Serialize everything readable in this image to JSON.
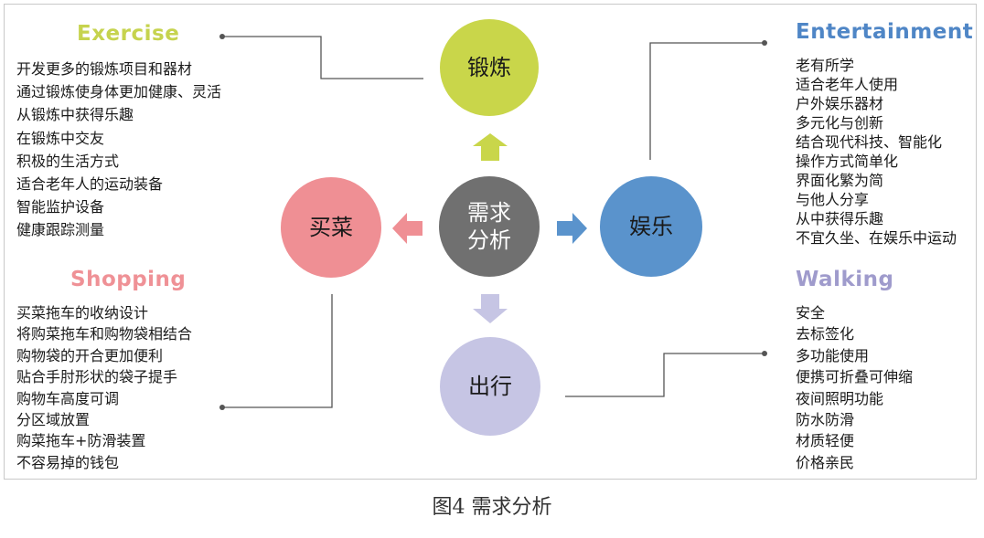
{
  "center": {
    "label": "需求\n分析"
  },
  "nodes": {
    "exercise": {
      "label": "锻炼"
    },
    "entertainment": {
      "label": "娱乐"
    },
    "shopping": {
      "label": "买菜"
    },
    "walking": {
      "label": "出行"
    }
  },
  "sections": {
    "exercise": {
      "heading": "Exercise",
      "items": [
        "开发更多的锻炼项目和器材",
        "通过锻炼使身体更加健康、灵活",
        "从锻炼中获得乐趣",
        "在锻炼中交友",
        "积极的生活方式",
        "适合老年人的运动装备",
        "智能监护设备",
        "健康跟踪测量"
      ]
    },
    "entertainment": {
      "heading": "Entertainment",
      "items": [
        "老有所学",
        "适合老年人使用",
        "户外娱乐器材",
        "多元化与创新",
        "结合现代科技、智能化",
        "操作方式简单化",
        "界面化繁为简",
        "与他人分享",
        "从中获得乐趣",
        "不宜久坐、在娱乐中运动"
      ]
    },
    "shopping": {
      "heading": "Shopping",
      "items": [
        "买菜拖车的收纳设计",
        "将购菜拖车和购物袋相结合",
        "购物袋的开合更加便利",
        "贴合手肘形状的袋子提手",
        "购物车高度可调",
        "分区域放置",
        "购菜拖车+防滑装置",
        "不容易掉的钱包"
      ]
    },
    "walking": {
      "heading": "Walking",
      "items": [
        "安全",
        "去标签化",
        "多功能使用",
        "便携可折叠可伸缩",
        "夜间照明功能",
        "防水防滑",
        "材质轻便",
        "价格亲民"
      ]
    }
  },
  "caption": "图4 需求分析",
  "colors": {
    "exercise": "#c9d64a",
    "entertainment": "#5a93cc",
    "shopping": "#ef8f94",
    "walking": "#c6c5e4",
    "center": "#707070"
  }
}
